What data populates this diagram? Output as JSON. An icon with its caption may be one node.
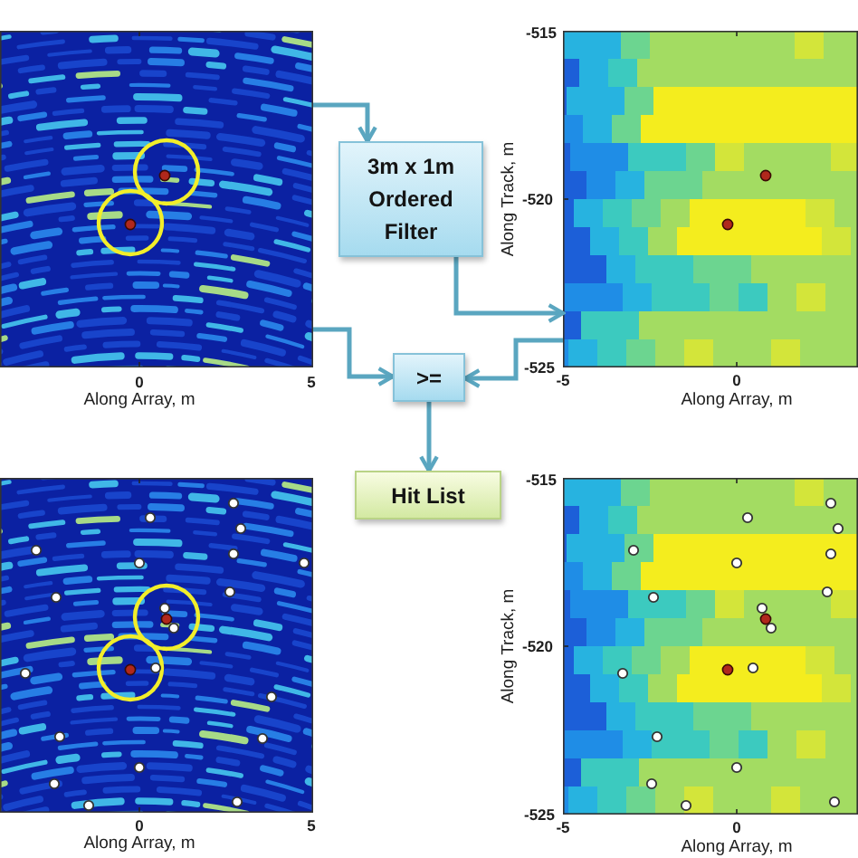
{
  "diagram": {
    "nodes": [
      {
        "text": [],
        "shape": "picture",
        "beside": [
          "0",
          "5",
          "Along Array, m"
        ]
      },
      {
        "text": [
          "3m x 1m Ordered Filter"
        ]
      },
      {
        "text": [],
        "shape": "picture",
        "beside": [
          "-515",
          "Along Track, m",
          "-520",
          "-525",
          "-5",
          "0",
          "Along Array, m"
        ]
      },
      {
        "text": [
          ">="
        ]
      },
      {
        "text": [
          "Hit List"
        ]
      },
      {
        "text": [],
        "shape": "picture",
        "beside": [
          "0",
          "5",
          "Along Array, m"
        ]
      },
      {
        "text": [],
        "shape": "picture",
        "beside": [
          "-515",
          "Along Track, m",
          "-520",
          "-525",
          "-5",
          "0",
          "Along Array, m"
        ]
      }
    ],
    "edges": [
      {
        "from": 0,
        "to": 1,
        "arrow": "to"
      },
      {
        "from": 1,
        "to": 2,
        "arrow": "to"
      },
      {
        "from": 0,
        "to": 3,
        "arrow": "to"
      },
      {
        "from": 2,
        "to": 3,
        "arrow": "to"
      },
      {
        "from": 3,
        "to": 4,
        "arrow": "to"
      }
    ]
  }
}
